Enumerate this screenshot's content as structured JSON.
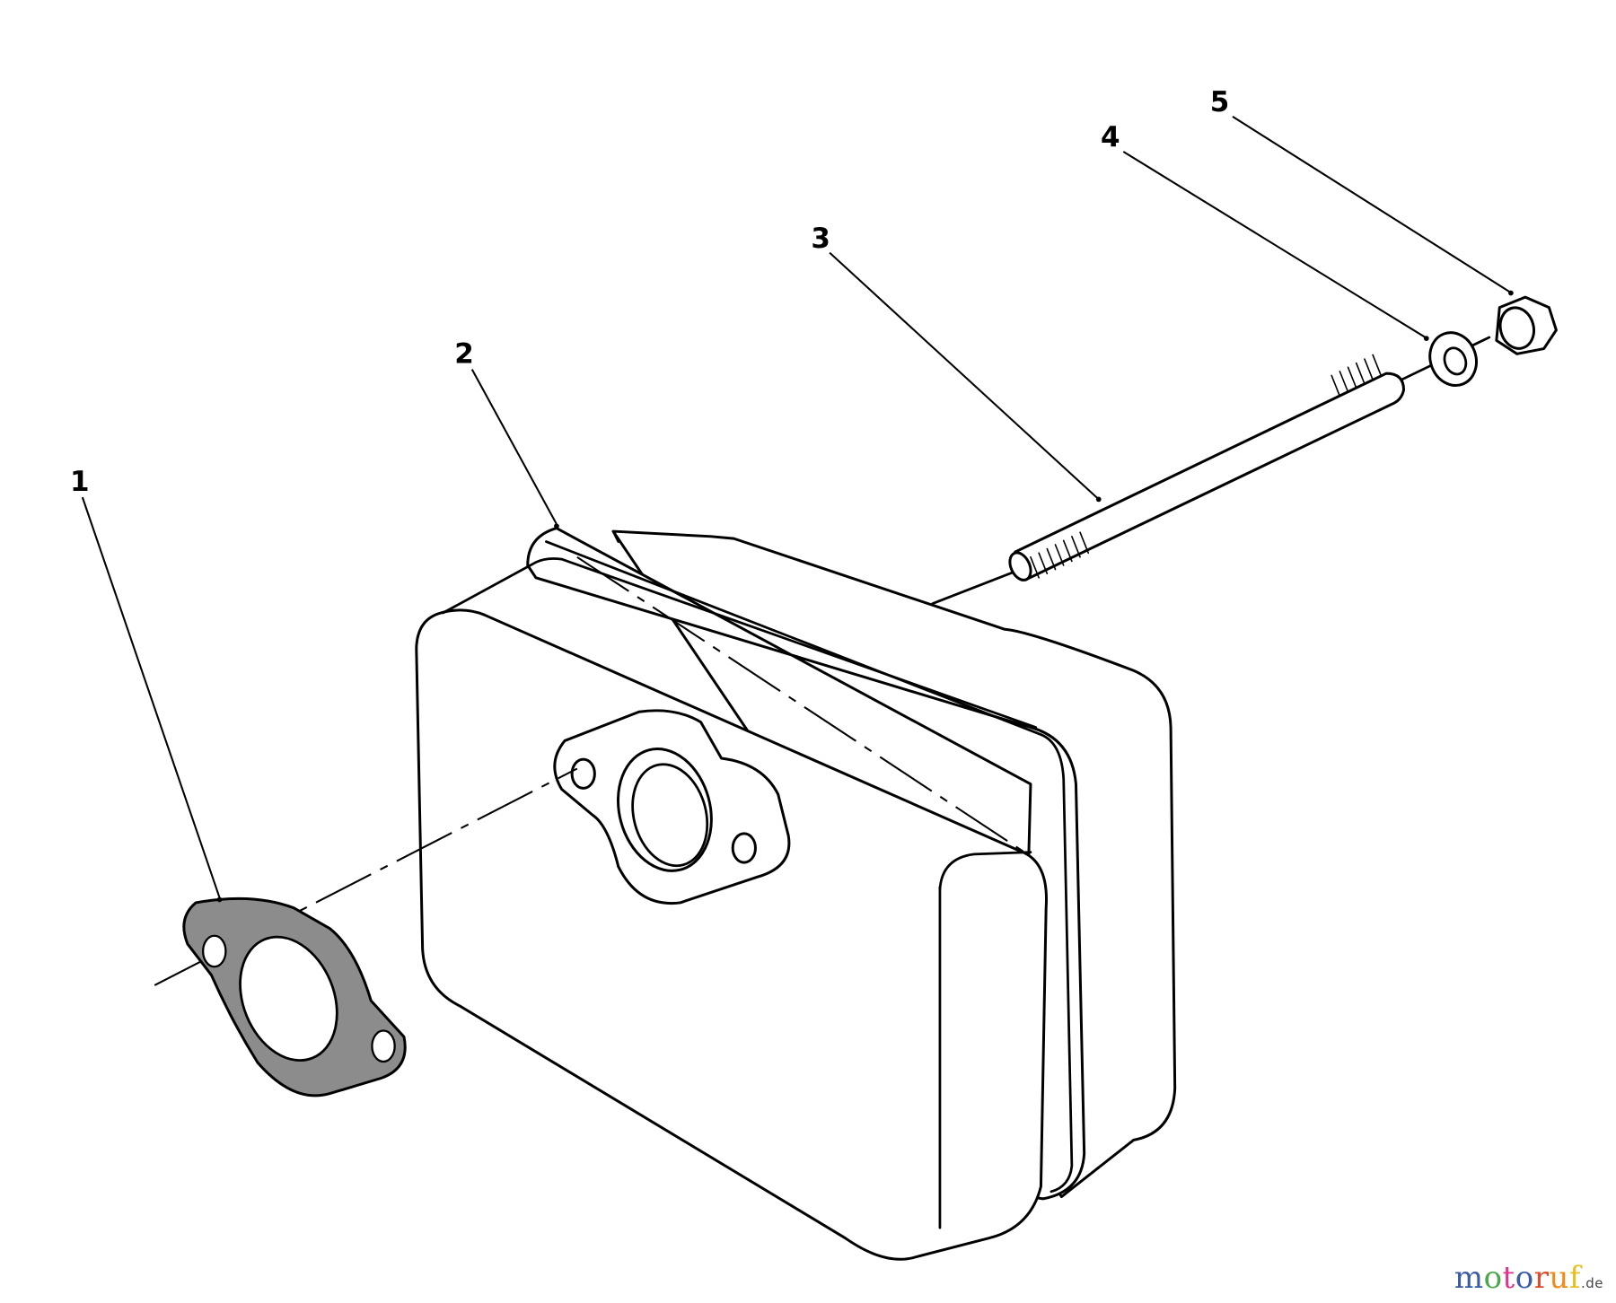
{
  "callouts": [
    {
      "number": "1",
      "part": "gasket"
    },
    {
      "number": "2",
      "part": "muffler"
    },
    {
      "number": "3",
      "part": "stud"
    },
    {
      "number": "4",
      "part": "lock-washer"
    },
    {
      "number": "5",
      "part": "nut"
    }
  ],
  "watermark": {
    "text": "motoruf",
    "suffix": ".de",
    "letter_colors": [
      "#3b5ba5",
      "#4aa84a",
      "#e0338a",
      "#3b5ba5",
      "#e04a2a",
      "#f08a1a",
      "#e8c020"
    ]
  }
}
